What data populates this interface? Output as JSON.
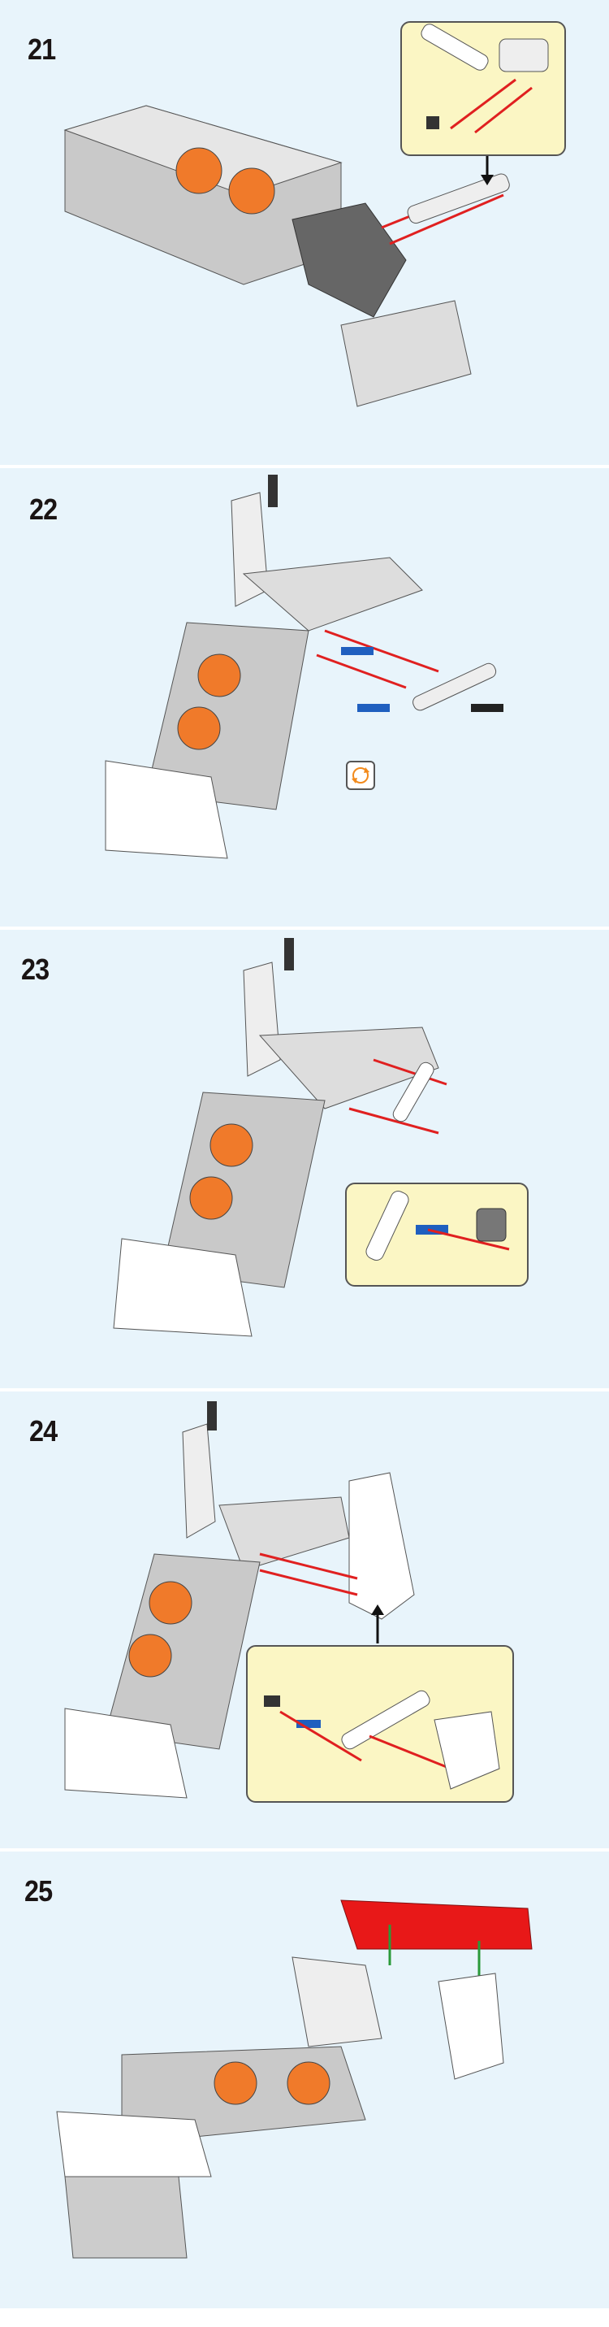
{
  "steps": [
    {
      "number": "21",
      "has_callout": true
    },
    {
      "number": "22",
      "has_callout": false,
      "has_rotate_icon": true
    },
    {
      "number": "23",
      "has_callout": true
    },
    {
      "number": "24",
      "has_callout": true
    },
    {
      "number": "25",
      "has_callout": false
    }
  ],
  "colors": {
    "background": "#e8f4fb",
    "callout": "#fbf6c4",
    "arrow": "#e02020",
    "motor_orange": "#f07a2a",
    "highlight_red": "#e81818",
    "pin_blue": "#1f5fbf"
  },
  "icons": {
    "rotate": "rotate-model-icon"
  }
}
